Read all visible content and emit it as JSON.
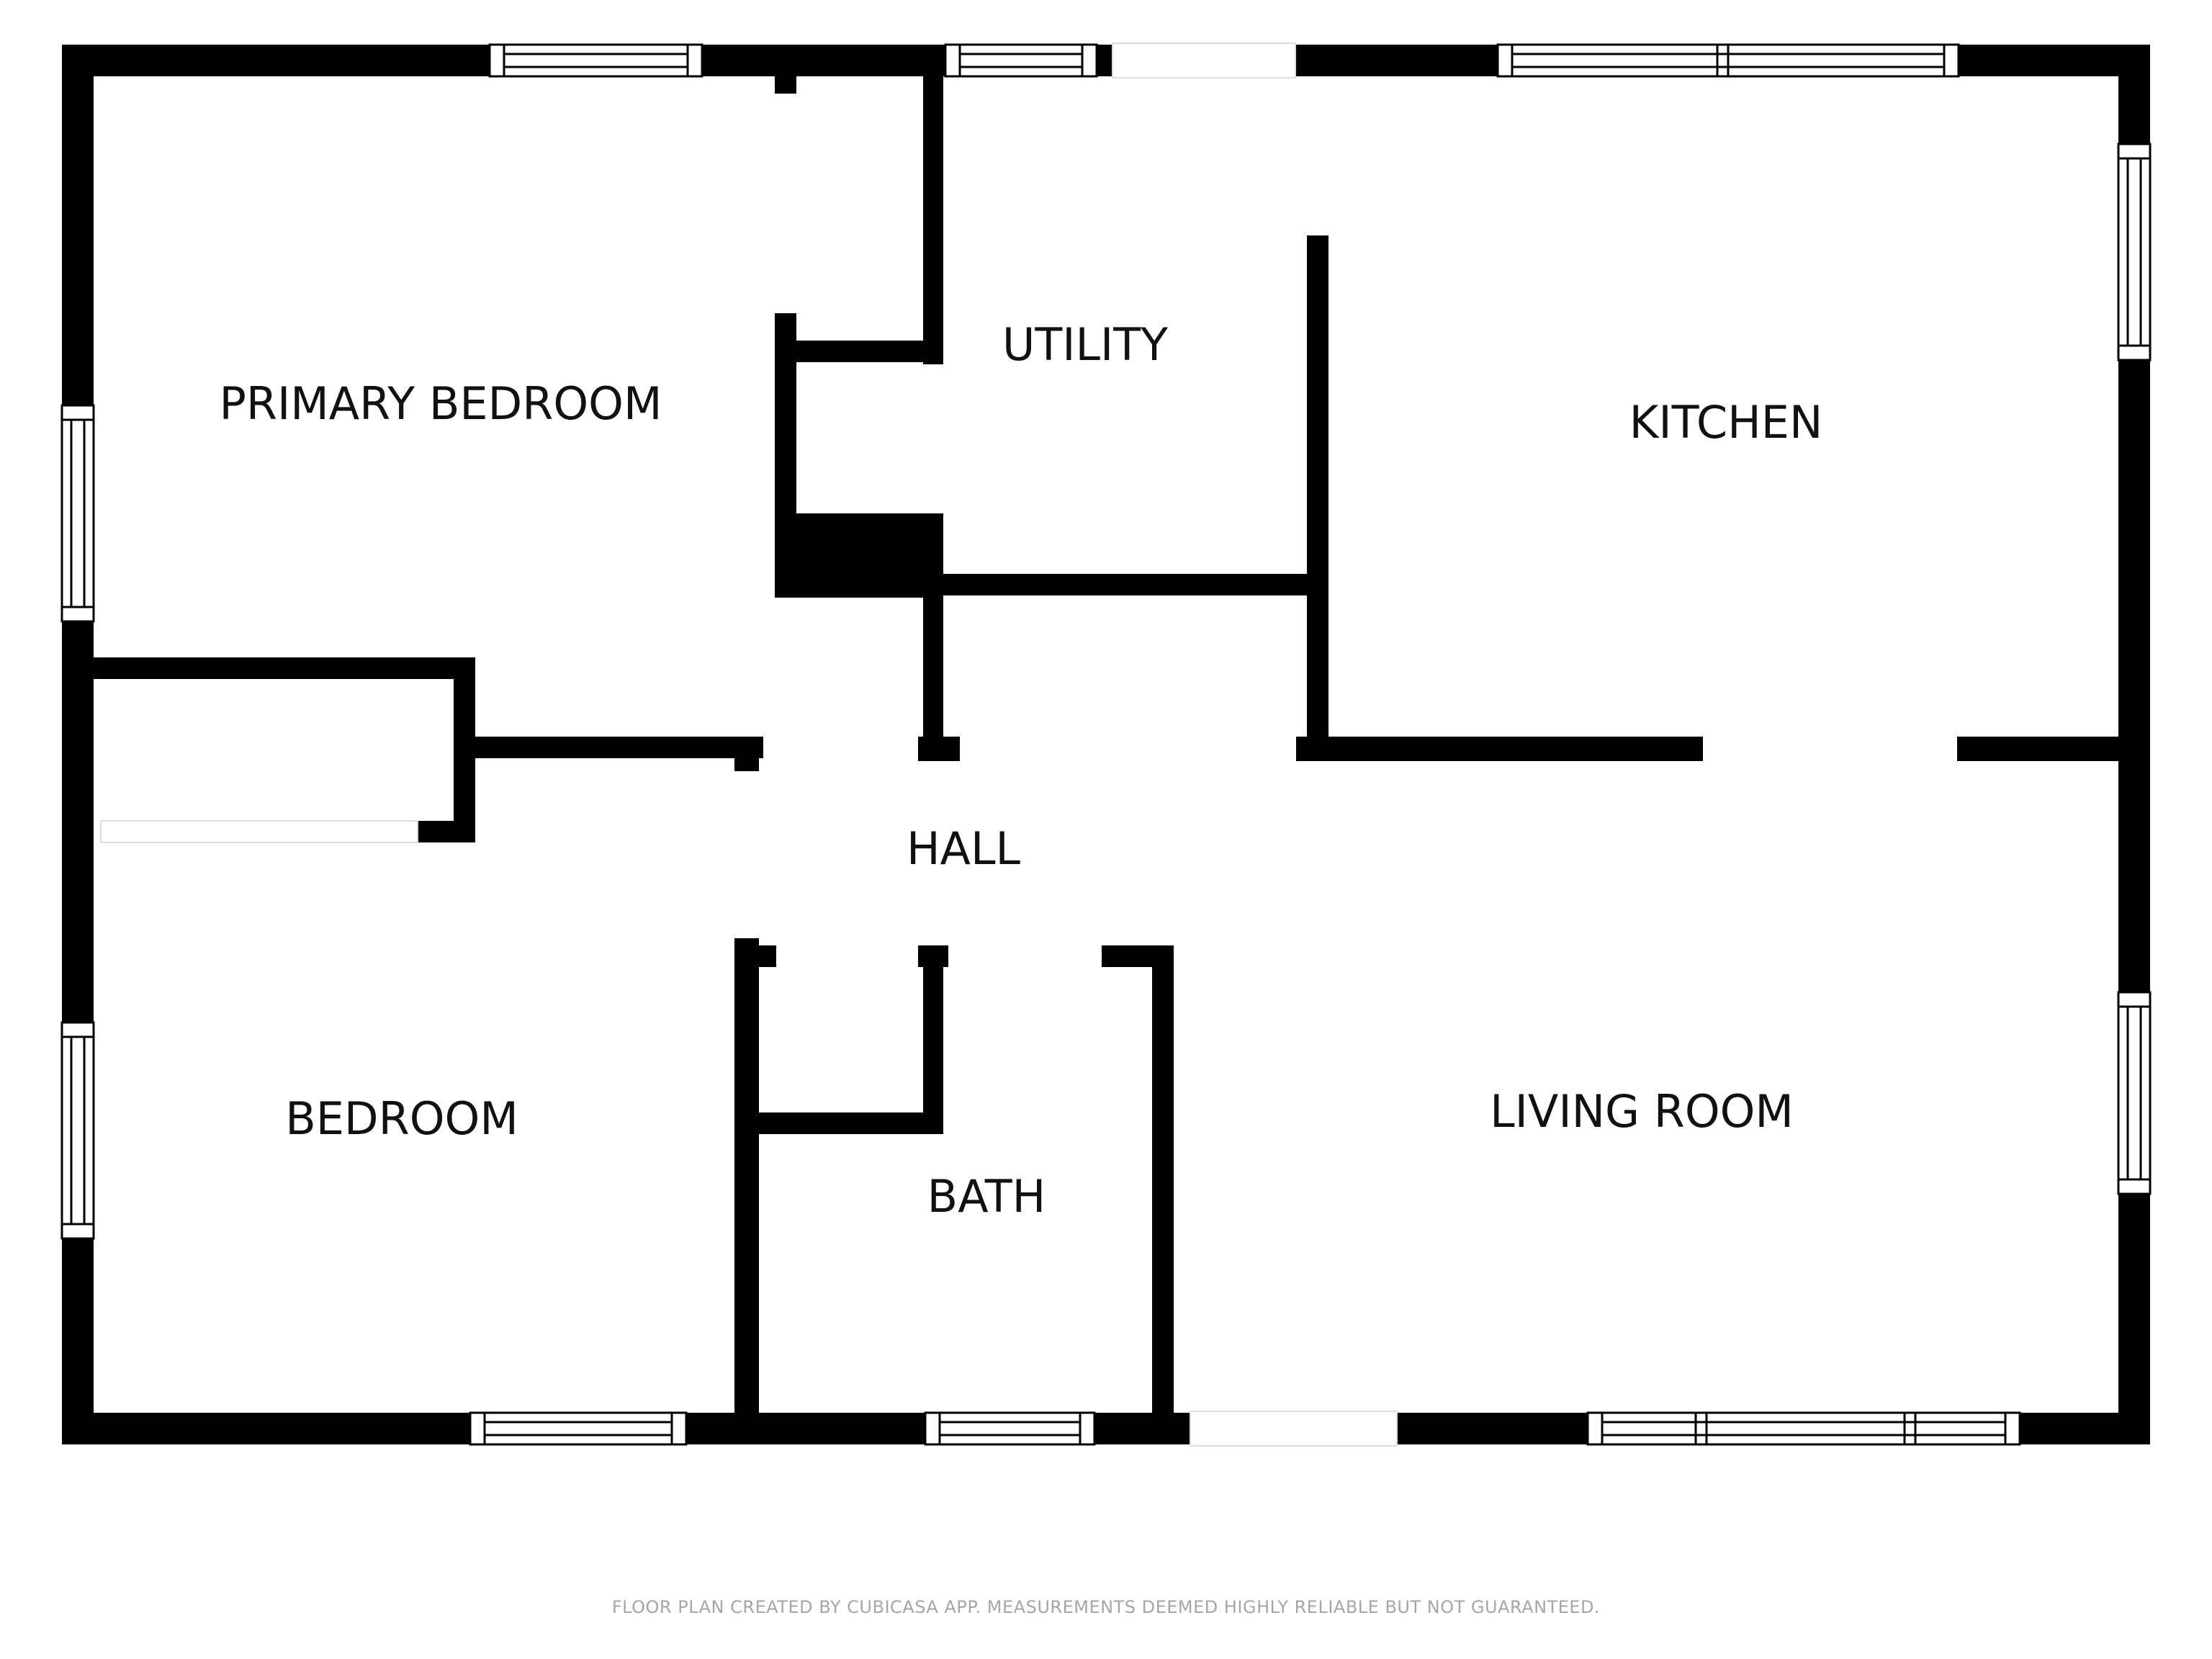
{
  "floor_plan": {
    "rooms": {
      "primary_bedroom": "PRIMARY BEDROOM",
      "utility": "UTILITY",
      "kitchen": "KITCHEN",
      "hall": "HALL",
      "bedroom": "BEDROOM",
      "bath": "BATH",
      "living_room": "LIVING ROOM"
    },
    "footer": "FLOOR PLAN CREATED BY CUBICASA APP. MEASUREMENTS DEEMED HIGHLY RELIABLE BUT NOT GUARANTEED."
  }
}
